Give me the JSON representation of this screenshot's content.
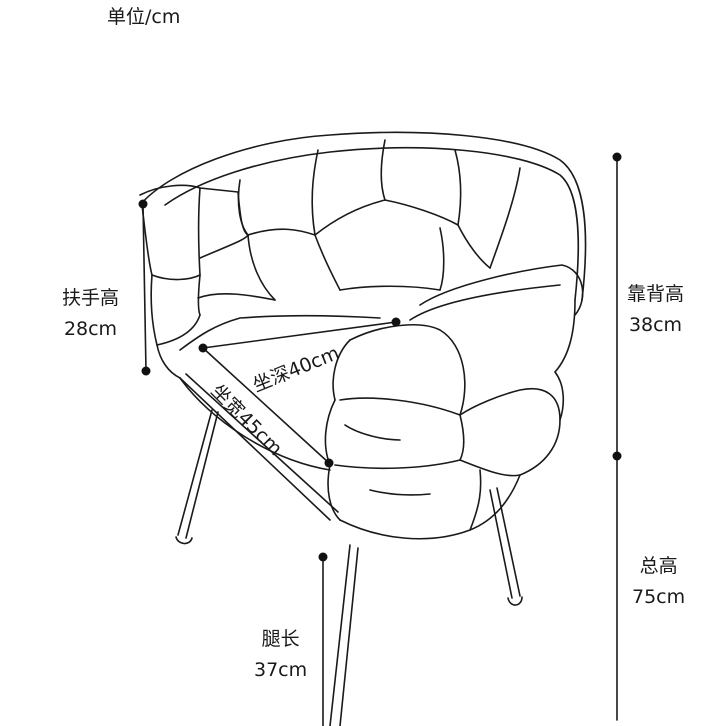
{
  "unit_note": "单位/cm",
  "dimensions": {
    "armrest_height": {
      "label": "扶手高",
      "value": "28cm"
    },
    "back_height": {
      "label": "靠背高",
      "value": "38cm"
    },
    "total_height": {
      "label": "总高",
      "value": "75cm"
    },
    "leg_length": {
      "label": "腿长",
      "value": "37cm"
    },
    "seat_depth": {
      "text": "坐深40cm"
    },
    "seat_width": {
      "text": "坐宽45cm"
    }
  },
  "colors": {
    "line": "#1a1a1a",
    "background": "#ffffff"
  }
}
